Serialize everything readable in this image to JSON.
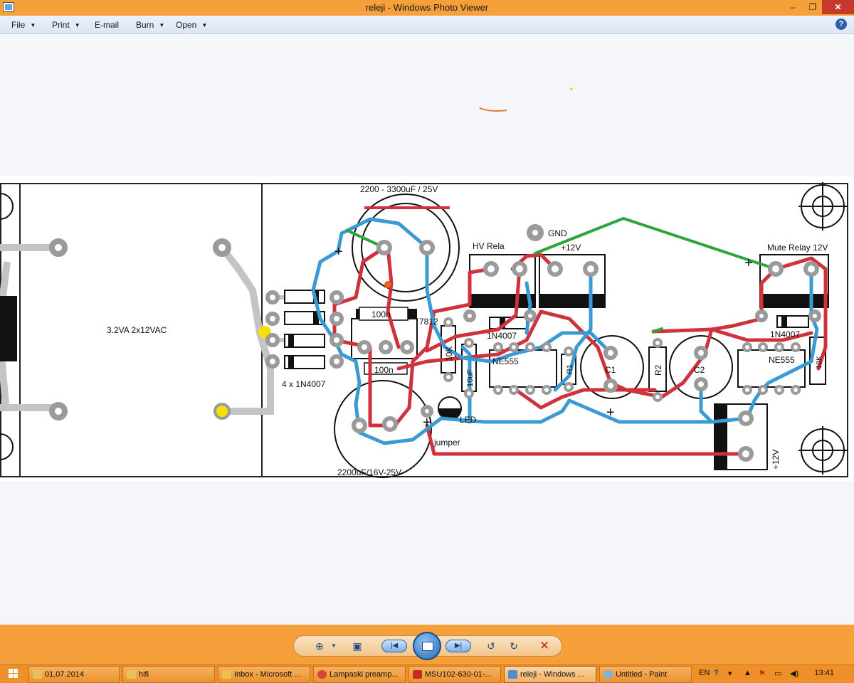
{
  "window": {
    "title": "releji - Windows Photo Viewer"
  },
  "menu": {
    "file": "File",
    "print": "Print",
    "email": "E-mail",
    "burn": "Burn",
    "open": "Open",
    "help": "?"
  },
  "board": {
    "cap_top": "2200 - 3300uF / 25V",
    "gnd": "GND",
    "hv_relay": "HV Rela",
    "plus12_top": "+12V",
    "mute_relay": "Mute Relay 12V",
    "transformer": "3.2VA 2x12VAC",
    "diodes": "4 x 1N4007",
    "cap100n_a": "100n",
    "cap100n_b": "100n",
    "reg": "7812",
    "r10k": "10K",
    "r10u": "10uF",
    "d1": "1N4007",
    "d2": "1N4007",
    "ne555_a": "NE555",
    "ne555_b": "NE555",
    "r1": "R1",
    "r2": "R2",
    "c1": "C1",
    "c2": "C2",
    "r_small": "10K",
    "led": "LED",
    "jumper": "jumper",
    "cap_bottom": "2200uF/16V-25V",
    "plus12_side": "+12V",
    "plus": "+"
  },
  "taskbar": {
    "items": [
      "01.07.2014",
      "hifi",
      "Inbox - Microsoft ...",
      "Lampaski preamp...",
      "MSU102-630-01-...",
      "releji - Windows ...",
      "Untitled - Paint"
    ],
    "lang": "EN",
    "time": "13:41"
  },
  "colors": {
    "accent": "#f5a03a",
    "trace_red": "#d0323c",
    "trace_blue": "#3a9ad3",
    "trace_green": "#2aa63a"
  }
}
